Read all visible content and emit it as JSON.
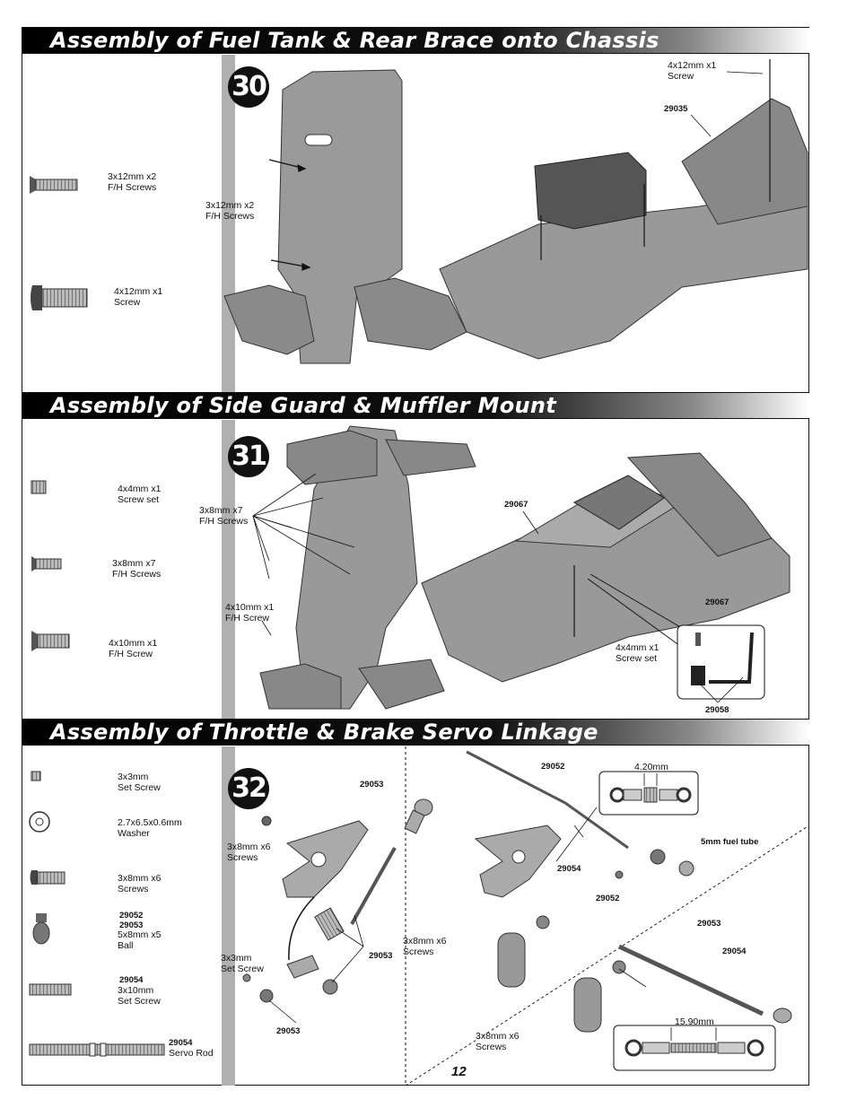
{
  "page_number": "12",
  "sections": [
    {
      "title": "Assembly of Fuel Tank & Rear Brace onto Chassis",
      "step": "30",
      "parts": [
        {
          "label": "3x12mm x2\nF/H Screws"
        },
        {
          "label": "4x12mm x1\nScrew"
        }
      ],
      "callouts": {
        "fh_screws": "3x12mm x2\nF/H Screws",
        "top_screw": "4x12mm x1\nScrew",
        "code": "29035"
      }
    },
    {
      "title": "Assembly of Side Guard & Muffler Mount",
      "step": "31",
      "parts": [
        {
          "label": "4x4mm x1\nScrew set"
        },
        {
          "label": "3x8mm x7\nF/H Screws"
        },
        {
          "label": "4x10mm x1\nF/H Screw"
        }
      ],
      "callouts": {
        "fh7": "3x8mm x7\nF/H Screws",
        "fh1": "4x10mm x1\nF/H Screw",
        "code_a": "29067",
        "code_b": "29067",
        "set_screw": "4x4mm x1\nScrew set",
        "code_c": "29058"
      }
    },
    {
      "title": "Assembly of Throttle & Brake Servo Linkage",
      "step": "32",
      "parts": [
        {
          "code": "",
          "label": "3x3mm\nSet Screw"
        },
        {
          "code": "",
          "label": "2.7x6.5x0.6mm\nWasher"
        },
        {
          "code": "",
          "label": "3x8mm x6\nScrews"
        },
        {
          "code": "29052\n29053",
          "label": "5x8mm x5\nBall"
        },
        {
          "code": "29054",
          "label": "3x10mm\nSet Screw"
        },
        {
          "code": "29054",
          "label": "Servo Rod"
        }
      ],
      "callouts": {
        "c29053_top": "29053",
        "screws_a": "3x8mm x6\nScrews",
        "setscrew": "3x3mm\nSet Screw",
        "c29053_mid": "29053",
        "c29053_bot": "29053",
        "c29052_top": "29052",
        "dim_top": "4.20mm",
        "fuel_tube": "5mm fuel tube",
        "c29054_a": "29054",
        "c29052_b": "29052",
        "screws_b": "3x8mm x6\nScrews",
        "c29053_r": "29053",
        "c29054_r": "29054",
        "dim_bot": "15.90mm",
        "screws_c": "3x8mm x6\nScrews"
      }
    }
  ]
}
